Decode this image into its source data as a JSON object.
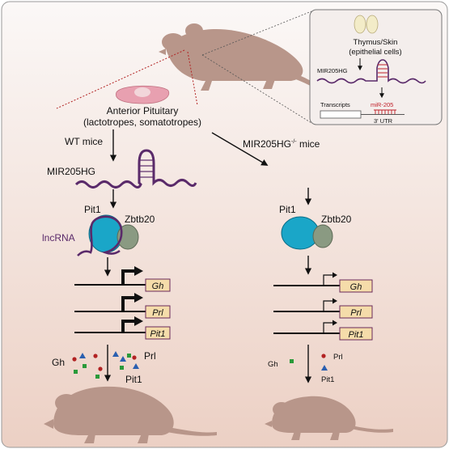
{
  "inset": {
    "tissue": "Thymus/Skin",
    "cell_type": "(epithelial cells)",
    "gene": "MIR205HG",
    "transcripts": "Transcripts",
    "mirna": "miR-205",
    "utr": "3' UTR"
  },
  "pituitary": {
    "title": "Anterior Pituitary",
    "subtitle": "(lactotropes, somatotropes)"
  },
  "wt": {
    "condition": "WT mice",
    "gene": "MIR205HG",
    "pit1": "Pit1",
    "zbtb20": "Zbtb20",
    "lncrna": "lncRNA",
    "targets": [
      "Gh",
      "Prl",
      "Pit1"
    ],
    "hormone_gh": "Gh",
    "hormone_prl": "Prl",
    "hormone_pit1": "Pit1"
  },
  "ko": {
    "condition": "MIR205HG",
    "condition_sup": "-/-",
    "condition_suffix": " mice",
    "pit1": "Pit1",
    "zbtb20": "Zbtb20",
    "targets": [
      "Gh",
      "Prl",
      "Pit1"
    ],
    "hormone_gh": "Gh",
    "hormone_prl": "Prl",
    "hormone_pit1": "Pit1"
  },
  "colors": {
    "mouse": "#b8968a",
    "lncrna": "#5a2a6a",
    "pit1": "#1aa6c8",
    "zbtb20": "#8a9a82",
    "gene_box": "#f5dcaa",
    "gene_border": "#6a2a5a",
    "gh_dot": "#2a9a3a",
    "prl_dot": "#b22222",
    "pit1_dot": "#2a5fb0",
    "mirna": "#c0202a",
    "pituitary": "#e8a0b0"
  }
}
